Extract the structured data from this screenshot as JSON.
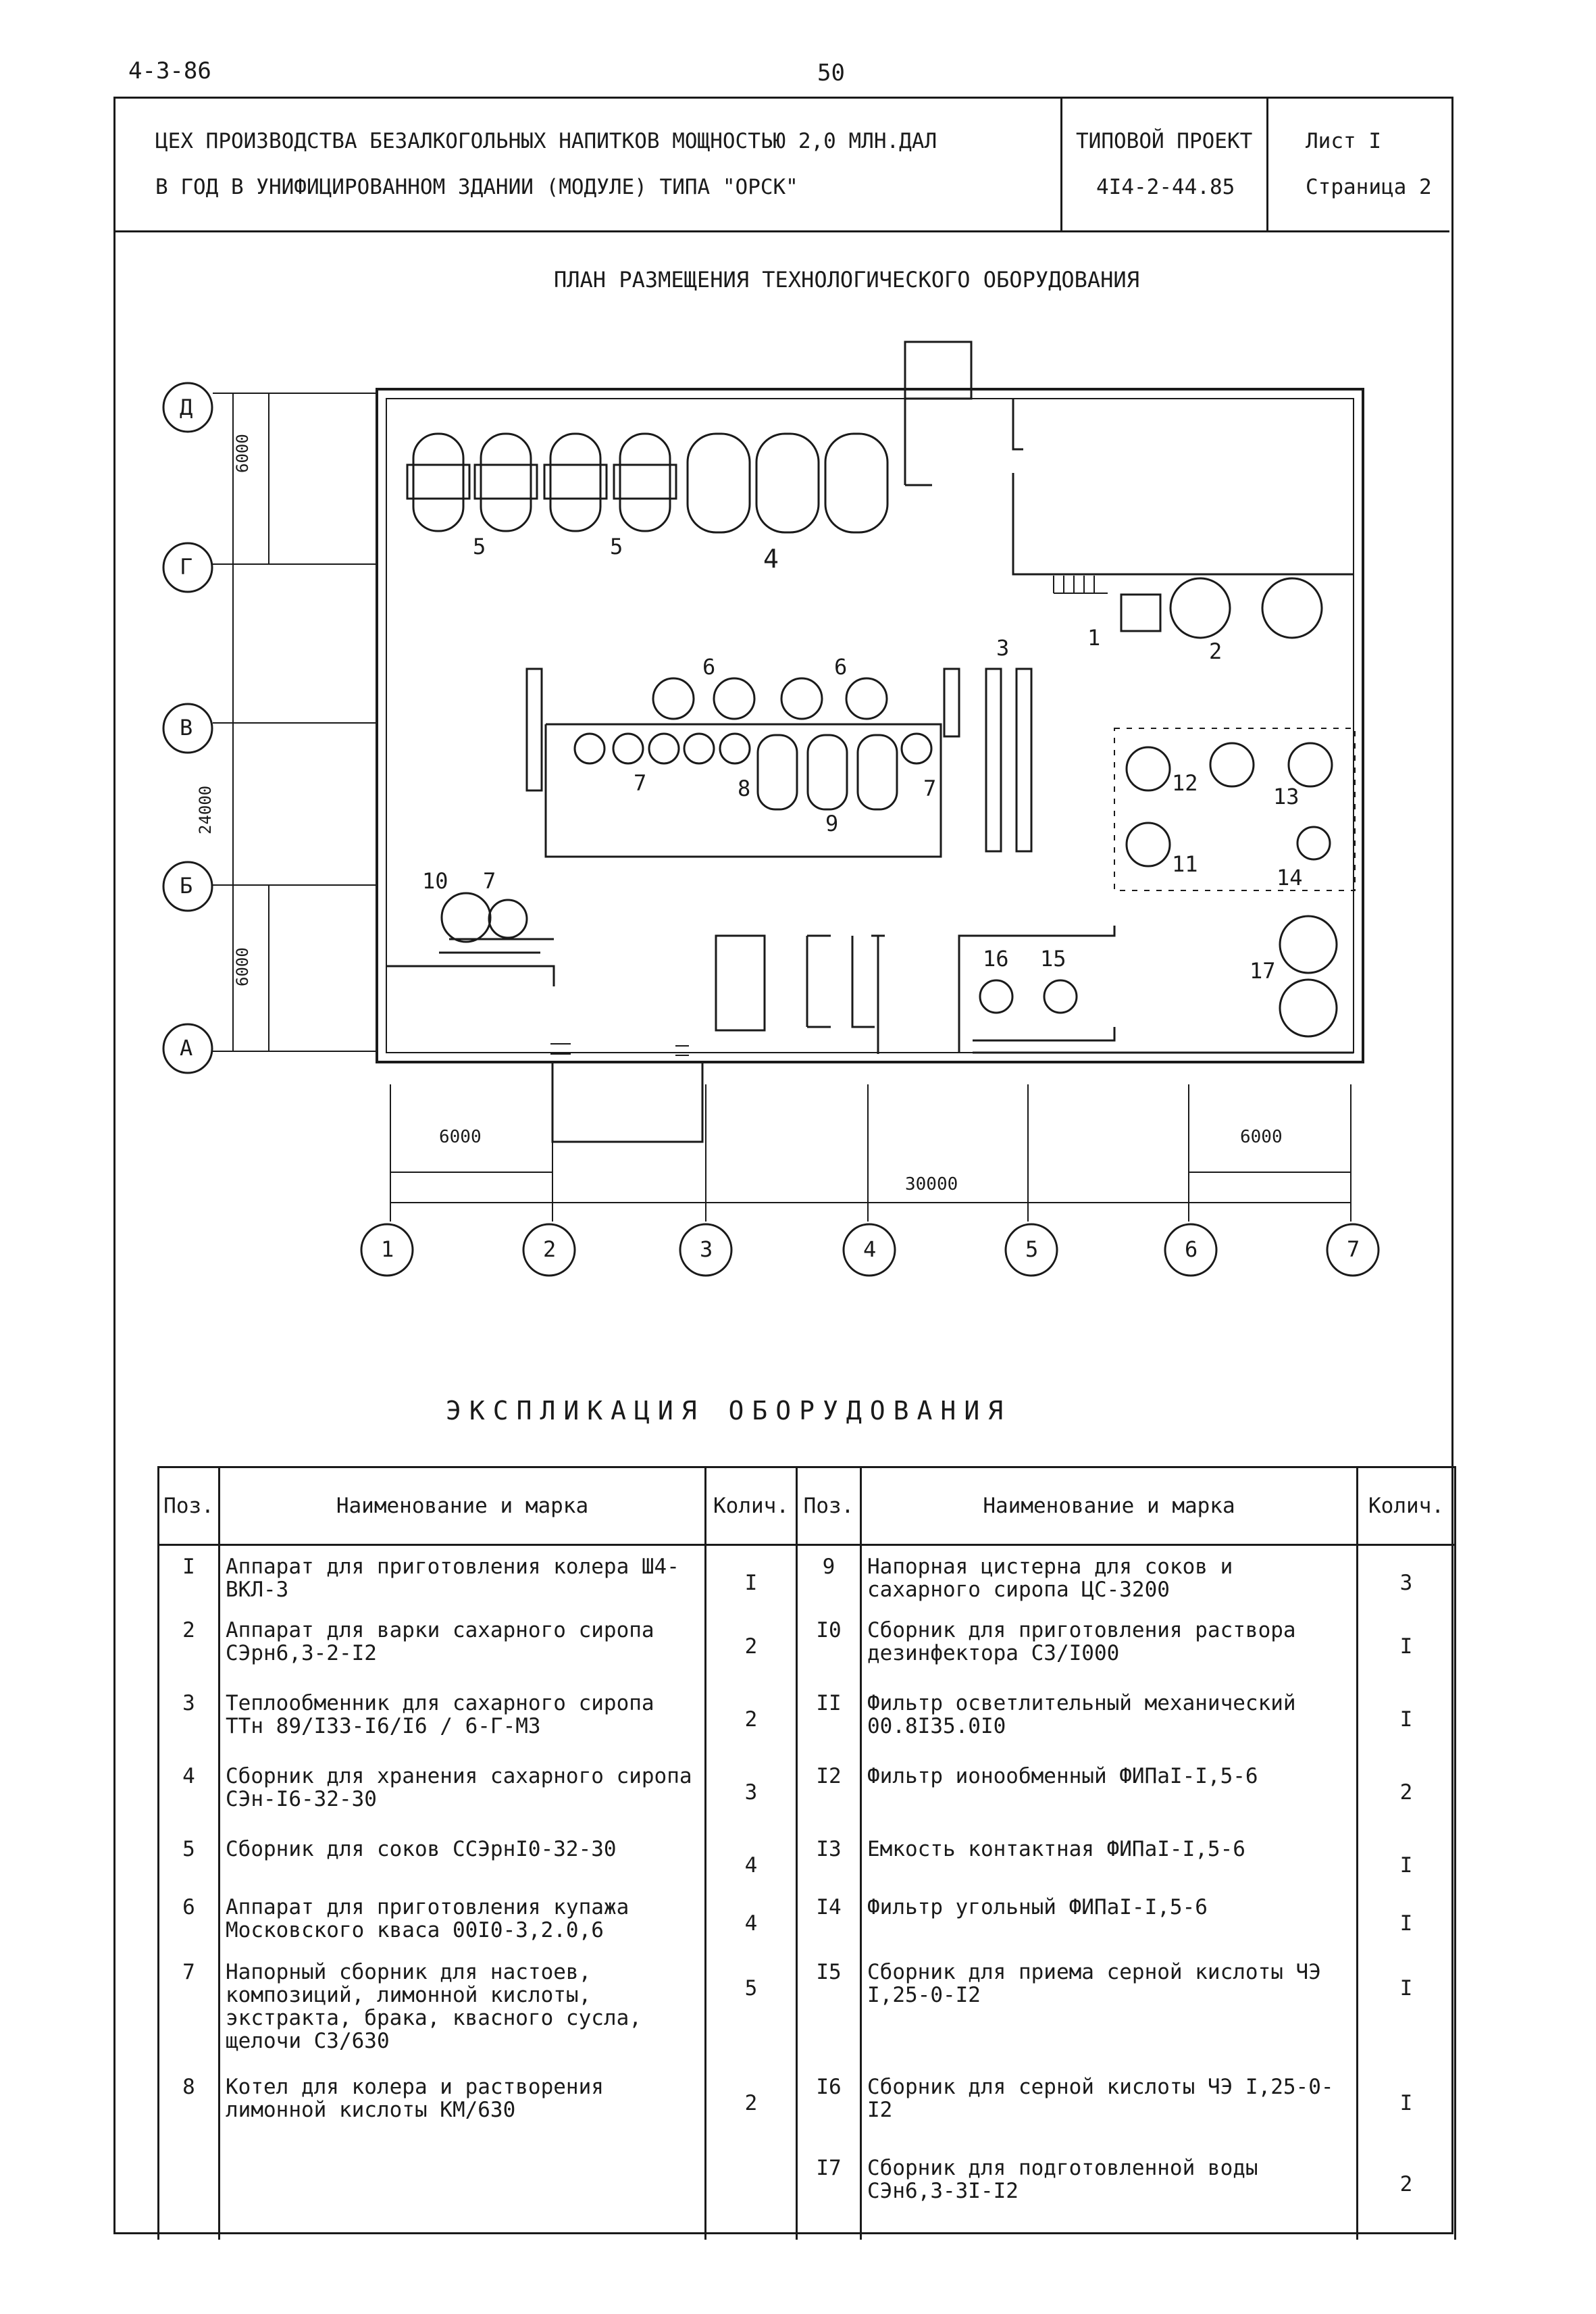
{
  "header": {
    "doc_code": "4-3-86",
    "page_number": "50"
  },
  "title_block": {
    "title_line1": "ЦЕХ ПРОИЗВОДСТВА БЕЗАЛКОГОЛЬНЫХ НАПИТКОВ МОЩНОСТЬЮ 2,0 МЛН.ДАЛ",
    "title_line2": "В ГОД В УНИФИЦИРОВАННОМ ЗДАНИИ (МОДУЛЕ) ТИПА \"ОРСК\"",
    "project_label": "ТИПОВОЙ ПРОЕКТ",
    "project_number": "4I4-2-44.85",
    "sheet": "Лист I",
    "page": "Страница 2"
  },
  "plan": {
    "title": "ПЛАН РАЗМЕЩЕНИЯ ТЕХНОЛОГИЧЕСКОГО ОБОРУДОВАНИЯ",
    "row_axes": [
      "Д",
      "Г",
      "В",
      "Б",
      "А"
    ],
    "col_axes": [
      "1",
      "2",
      "3",
      "4",
      "5",
      "6",
      "7"
    ],
    "dim_6000_top": "6000",
    "dim_24000": "24000",
    "dim_6000_bottom": "6000",
    "dim_6000_left": "6000",
    "dim_6000_right": "6000",
    "dim_30000": "30000",
    "labels": [
      "5",
      "5",
      "4",
      "1",
      "2",
      "3",
      "6",
      "6",
      "7",
      "8",
      "7",
      "9",
      "12",
      "13",
      "11",
      "14",
      "10",
      "7",
      "16",
      "15",
      "17"
    ]
  },
  "explication": {
    "title": "ЭКСПЛИКАЦИЯ ОБОРУДОВАНИЯ",
    "headers": {
      "pos": "Поз.",
      "name": "Наименование и марка",
      "qty": "Колич."
    },
    "left": [
      {
        "pos": "I",
        "name": "Аппарат для приготовления колера Ш4-ВКЛ-3",
        "qty": "I"
      },
      {
        "pos": "2",
        "name": "Аппарат для варки сахарного сиропа СЭрн6,3-2-I2",
        "qty": "2"
      },
      {
        "pos": "3",
        "name": "Теплообменник для сахарного сиропа ТТн 89/I33-I6/I6 / 6-Г-М3",
        "qty": "2"
      },
      {
        "pos": "4",
        "name": "Сборник для хранения сахарного сиропа СЭн-I6-32-30",
        "qty": "3"
      },
      {
        "pos": "5",
        "name": "Сборник для соков ССЭрнI0-32-30",
        "qty": "4"
      },
      {
        "pos": "6",
        "name": "Аппарат для приготовления купажа Московского кваса 00I0-3,2.0,6",
        "qty": "4"
      },
      {
        "pos": "7",
        "name": "Напорный сборник для настоев, композиций, лимонной кислоты, экстракта, брака, квасного сусла, щелочи С3/630",
        "qty": "5"
      },
      {
        "pos": "8",
        "name": "Котел для колера и растворения лимонной кислоты КМ/630",
        "qty": "2"
      }
    ],
    "right": [
      {
        "pos": "9",
        "name": "Напорная цистерна для соков и сахарного сиропа ЦС-3200",
        "qty": "3"
      },
      {
        "pos": "I0",
        "name": "Сборник для приготовления раствора дезинфектора С3/I000",
        "qty": "I"
      },
      {
        "pos": "II",
        "name": "Фильтр осветлительный механический 00.8I35.0I0",
        "qty": "I"
      },
      {
        "pos": "I2",
        "name": "Фильтр ионообменный ФИПаI-I,5-6",
        "qty": "2"
      },
      {
        "pos": "I3",
        "name": "Емкость контактная ФИПаI-I,5-6",
        "qty": "I"
      },
      {
        "pos": "I4",
        "name": "Фильтр угольный ФИПаI-I,5-6",
        "qty": "I"
      },
      {
        "pos": "I5",
        "name": "Сборник для приема серной кислоты ЧЭ I,25-0-I2",
        "qty": "I"
      },
      {
        "pos": "I6",
        "name": "Сборник для серной кислоты ЧЭ I,25-0-I2",
        "qty": "I"
      },
      {
        "pos": "I7",
        "name": "Сборник для подготовленной воды СЭн6,3-3I-I2",
        "qty": "2"
      }
    ]
  }
}
